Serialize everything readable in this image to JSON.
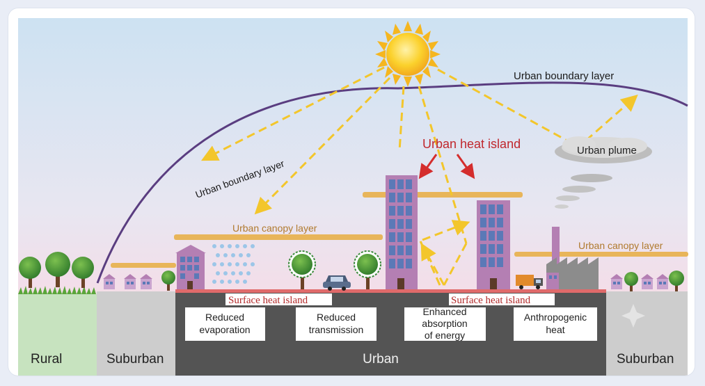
{
  "colors": {
    "sky_top": "#cfe3f3",
    "sky_bottom": "#f3dfe9",
    "boundary_line": "#5a3d80",
    "canopy_bar": "#e8b55a",
    "sun": "#f9cc25",
    "heat_arrow": "#f3c62b",
    "uhi_text": "#c0272d",
    "rural_ground": "#c7e3bf",
    "suburban_ground": "#cdcdcd",
    "urban_ground": "#525252",
    "surface_line": "#e06a6a",
    "building_wall": "#b47fb3",
    "building_window": "#5b79b7"
  },
  "labels": {
    "boundary_left": "Urban boundary layer",
    "boundary_right": "Urban boundary layer",
    "uhi": "Urban heat island",
    "plume": "Urban plume",
    "canopy_left": "Urban canopy layer",
    "canopy_right": "Urban canopy layer",
    "shi_left": "Surface heat island",
    "shi_right": "Surface heat island"
  },
  "boxes": [
    {
      "line1": "Reduced",
      "line2": "evaporation",
      "line3": ""
    },
    {
      "line1": "Reduced",
      "line2": "transmission",
      "line3": ""
    },
    {
      "line1": "Enhanced",
      "line2": "absorption",
      "line3": "of energy"
    },
    {
      "line1": "Anthropogenic",
      "line2": "heat",
      "line3": ""
    }
  ],
  "zones": {
    "rural": "Rural",
    "suburban_left": "Suburban",
    "urban": "Urban",
    "suburban_right": "Suburban"
  },
  "icons": [
    "sun-icon",
    "cloud-icon",
    "rain-icon",
    "tree-icon",
    "car-icon",
    "truck-icon",
    "factory-icon",
    "house-icon",
    "sparkle-icon"
  ]
}
